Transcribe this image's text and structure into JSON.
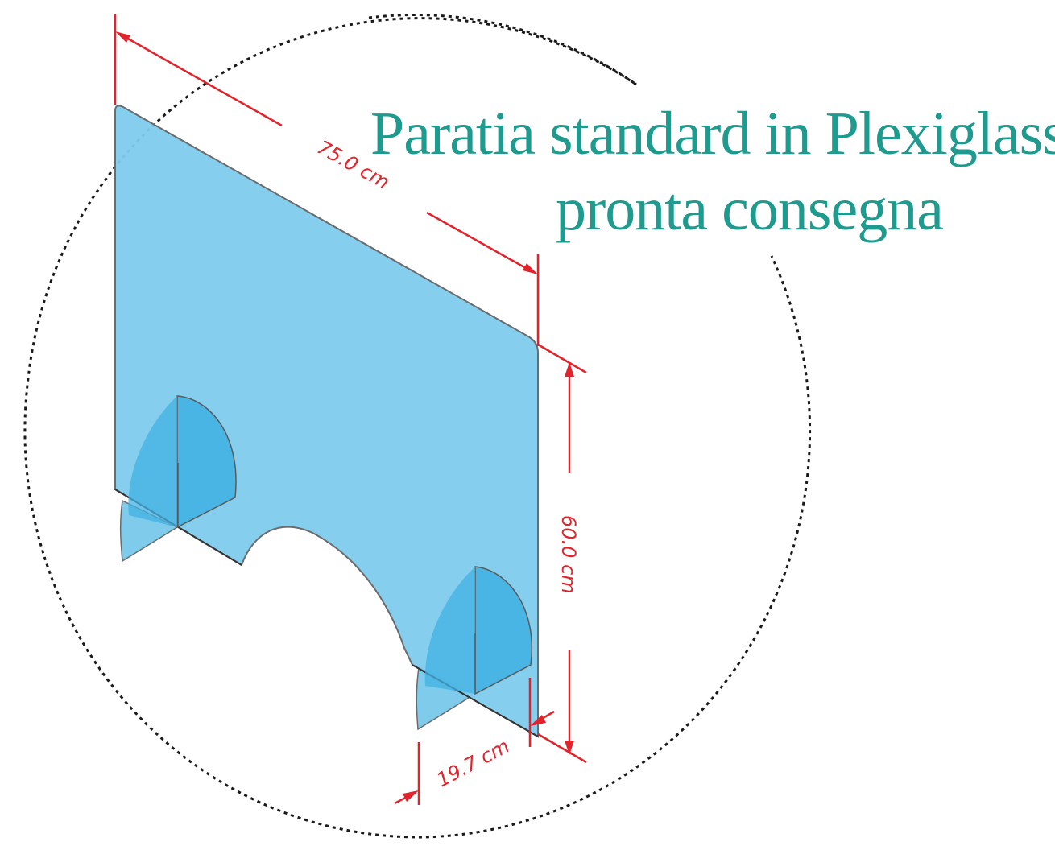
{
  "headline": {
    "line1": "Paratia standard in Plexiglass",
    "line2": "pronta consegna"
  },
  "dimensions": {
    "width": "75.0 cm",
    "height": "60.0 cm",
    "foot_depth": "19.7 cm"
  },
  "colors": {
    "panel_fill": "#7ecbec",
    "foot_fill": "#41b2e3",
    "dimension_lines": "#e2232b",
    "headline_text": "#1e9a8e",
    "circle_border": "#1a1a1a"
  }
}
